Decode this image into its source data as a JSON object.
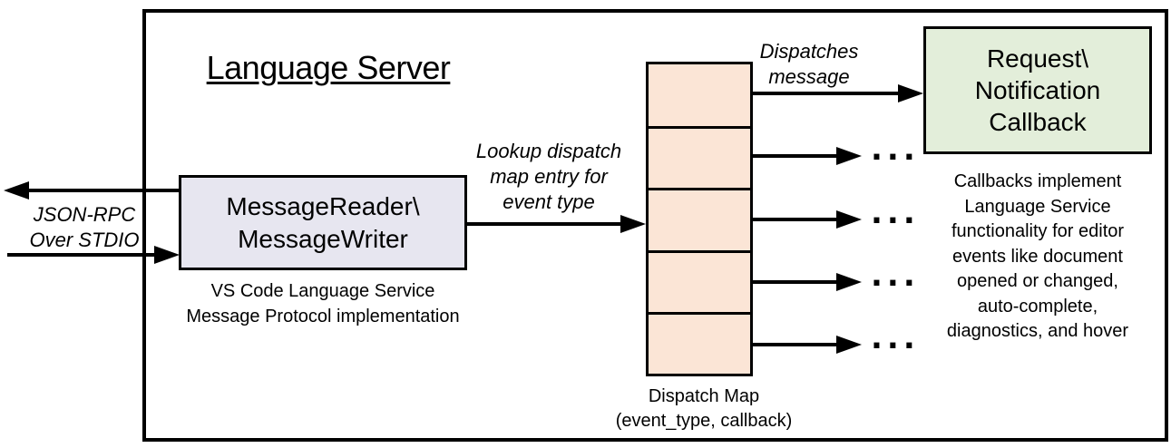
{
  "colors": {
    "canvas_bg": "#ffffff",
    "line": "#000000",
    "text": "#000000",
    "reader_fill": "#e7e6f0",
    "map_fill": "#fbe5d6",
    "callback_fill": "#e3eeda"
  },
  "diagram": {
    "title": "Language Server",
    "stdio_label": {
      "line1": "JSON-RPC",
      "line2": "Over STDIO"
    },
    "reader_box": {
      "line1": "MessageReader\\",
      "line2": "MessageWriter"
    },
    "reader_caption": {
      "line1": "VS Code Language Service",
      "line2": "Message Protocol implementation"
    },
    "lookup_label": {
      "line1": "Lookup dispatch",
      "line2": "map entry for",
      "line3": "event type"
    },
    "dispatches_label": {
      "line1": "Dispatches",
      "line2": "message"
    },
    "dispatch_map": {
      "cell_count": 5,
      "caption_line1": "Dispatch Map",
      "caption_line2": "(event_type, callback)"
    },
    "callback_box": {
      "line1": "Request\\",
      "line2": "Notification",
      "line3": "Callback"
    },
    "callback_caption_lines": [
      "Callbacks implement",
      "Language Service",
      "functionality for editor",
      "events like document",
      "opened or changed,",
      "auto-complete,",
      "diagnostics, and hover"
    ],
    "ellipsis": "..."
  }
}
